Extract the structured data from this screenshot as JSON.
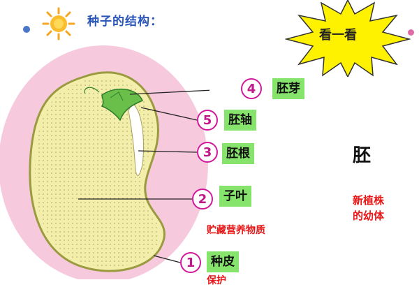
{
  "title": "种子的结构：",
  "callout": "看一看",
  "parts": [
    {
      "num": "4",
      "label": "胚芽"
    },
    {
      "num": "5",
      "label": "胚轴"
    },
    {
      "num": "3",
      "label": "胚根"
    },
    {
      "num": "2",
      "label": "子叶"
    },
    {
      "num": "1",
      "label": "种皮"
    }
  ],
  "cotyledon_note": "贮藏营养物质",
  "coat_note_partial": "保护",
  "embryo": {
    "term": "胚",
    "note_line1": "新植株",
    "note_line2": "的幼体"
  },
  "colors": {
    "title": "#2a55b8",
    "label_bg": "#86e36c",
    "number_border": "#d11a9a",
    "note": "#e81818",
    "seed_fill": "#f3eeaa",
    "halo": "#f7c9dc",
    "star": "#fff200"
  }
}
